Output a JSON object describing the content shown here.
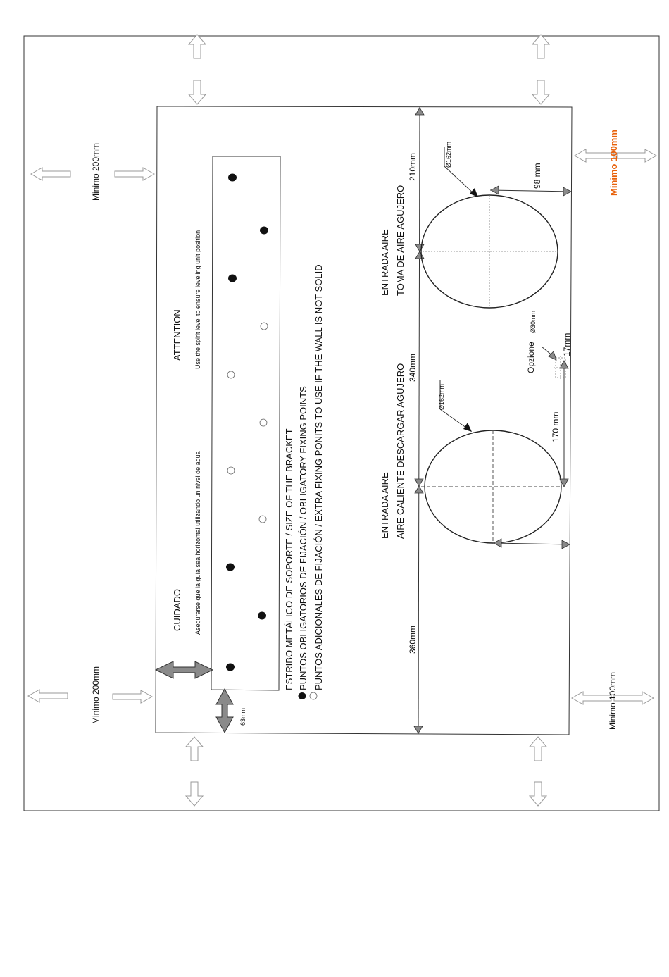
{
  "clearances": {
    "left_top": "Minimo 200mm",
    "left_bottom": "Minimo 200mm",
    "right_top": "Minimo 100mm",
    "right_bottom": "Minimo 100mm"
  },
  "warnings": {
    "attention_title": "ATTENTION",
    "attention_text": "Use the spirit level to ensure leveling unit position",
    "cuidado_title": "CUIDADO",
    "cuidado_text": "Asegurarse que la guía sea horizontal utilizando un nivel de agua"
  },
  "legend": {
    "bracket": "ESTRIBO METÁLICO DE SOPORTE  / SIZE OF THE BRACKET",
    "obligatory": "PUNTOS OBLIGATORIOS DE FIJACIÓN / OBLIGATORY FIXING POINTS",
    "extra": "PUNTOS ADICIONALES DE FIJACIÓN / EXTRA FIXING PONITS TO USE IF THE WALL IS NOT SOLID"
  },
  "holes": {
    "intake_line1": "ENTRADA AIRE",
    "intake_line2": "TOMA DE AIRE AGUJERO",
    "exhaust_line1": "ENTRADA AIRE",
    "exhaust_line2": "AIRE CALIENTE DESCARGAR AGUJERO",
    "diameter": "Ø162mm",
    "option_label": "Opzione",
    "option_diameter": "Ø30mm"
  },
  "dimensions": {
    "d210": "210mm",
    "d340": "340mm",
    "d360": "360mm",
    "d98": "98 mm",
    "d170": "170 mm",
    "d17": "17mm",
    "d63": "63mm"
  }
}
